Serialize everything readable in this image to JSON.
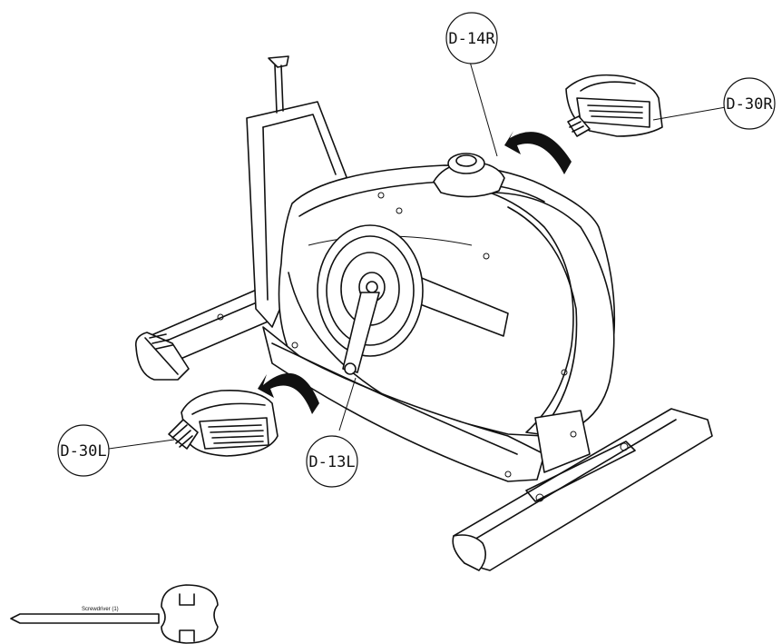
{
  "callouts": {
    "d14r": "D-14R",
    "d30r": "D-30R",
    "d30l": "D-30L",
    "d13l": "D-13L"
  },
  "tool": {
    "label": "Screwdriver (1)"
  }
}
